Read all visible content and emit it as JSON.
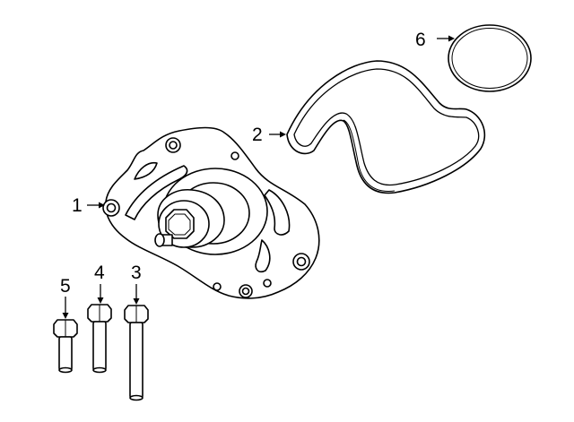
{
  "callouts": [
    {
      "id": "1",
      "text": "1"
    },
    {
      "id": "2",
      "text": "2"
    },
    {
      "id": "3",
      "text": "3"
    },
    {
      "id": "4",
      "text": "4"
    },
    {
      "id": "5",
      "text": "5"
    },
    {
      "id": "6",
      "text": "6"
    }
  ],
  "parts": [
    {
      "callout": "1",
      "icon": "water-pump-icon"
    },
    {
      "callout": "2",
      "icon": "belt-icon"
    },
    {
      "callout": "3",
      "icon": "long-bolt-icon"
    },
    {
      "callout": "4",
      "icon": "medium-bolt-icon"
    },
    {
      "callout": "5",
      "icon": "short-bolt-icon"
    },
    {
      "callout": "6",
      "icon": "o-ring-icon"
    }
  ],
  "colors": {
    "line": "#000000",
    "fill": "#ffffff",
    "background": "#ffffff"
  }
}
